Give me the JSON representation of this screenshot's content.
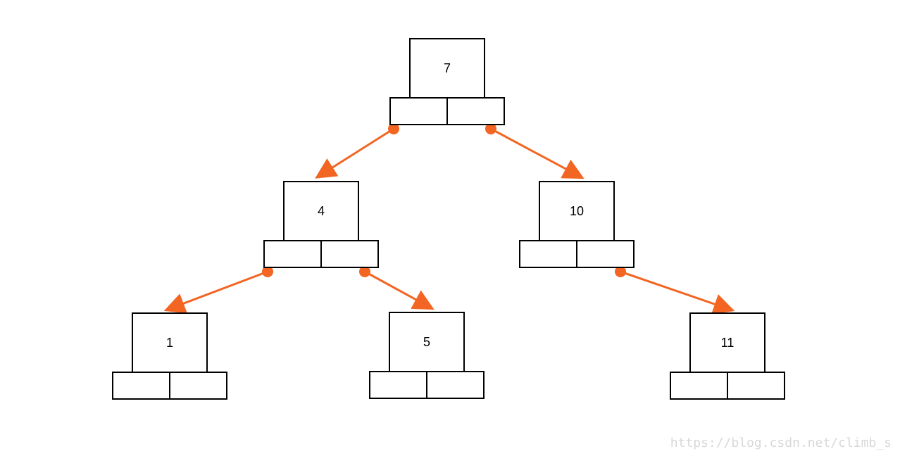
{
  "diagram": {
    "nodes": [
      {
        "id": "n7",
        "label": "7"
      },
      {
        "id": "n4",
        "label": "4"
      },
      {
        "id": "n10",
        "label": "10"
      },
      {
        "id": "n1",
        "label": "1"
      },
      {
        "id": "n5",
        "label": "5"
      },
      {
        "id": "n11",
        "label": "11"
      }
    ],
    "edges": [
      {
        "from": "n7",
        "side": "left",
        "to": "n4"
      },
      {
        "from": "n7",
        "side": "right",
        "to": "n10"
      },
      {
        "from": "n4",
        "side": "left",
        "to": "n1"
      },
      {
        "from": "n4",
        "side": "right",
        "to": "n5"
      },
      {
        "from": "n10",
        "side": "right",
        "to": "n11"
      }
    ],
    "colors": {
      "box_stroke": "#000000",
      "pointer": "#f26522"
    }
  },
  "watermark": "https://blog.csdn.net/climb_s"
}
